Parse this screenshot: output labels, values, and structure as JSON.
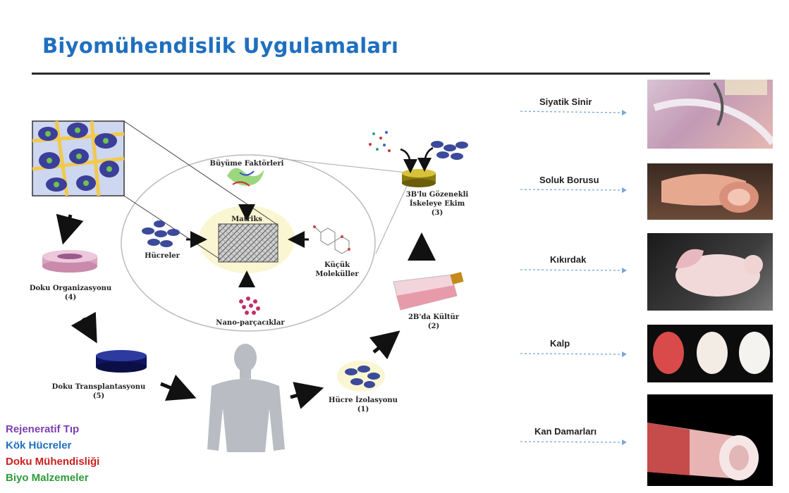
{
  "title": "Biyomühendislik Uygulamaları",
  "diagram": {
    "growth_factors": "Büyüme Faktörleri",
    "matrix": "Matriks",
    "cells": "Hücreler",
    "small_molecules_1": "Küçük",
    "small_molecules_2": "Moleküller",
    "nanoparticles": "Nano-parçacıklar",
    "step3_1": "3B'lu Gözenekli",
    "step3_2": "İskeleye Ekim",
    "step3_3": "(3)",
    "step2_1": "2B'da Kültür",
    "step2_2": "(2)",
    "step1_1": "Hücre İzolasyonu",
    "step1_2": "(1)",
    "step4_1": "Doku Organizasyonu",
    "step4_2": "(4)",
    "step5_1": "Doku Transplantasyonu",
    "step5_2": "(5)"
  },
  "organs": [
    {
      "label": "Siyatik Sinir"
    },
    {
      "label": "Soluk Borusu"
    },
    {
      "label": "Kıkırdak"
    },
    {
      "label": "Kalp"
    },
    {
      "label": "Kan Damarları"
    }
  ],
  "legend": [
    {
      "label": "Rejeneratif Tıp",
      "color": "#7b3fb0"
    },
    {
      "label": "Kök Hücreler",
      "color": "#1f6fbf"
    },
    {
      "label": "Doku Mühendisliği",
      "color": "#cc1f1f"
    },
    {
      "label": "Biyo Malzemeler",
      "color": "#2e9a3a"
    }
  ]
}
